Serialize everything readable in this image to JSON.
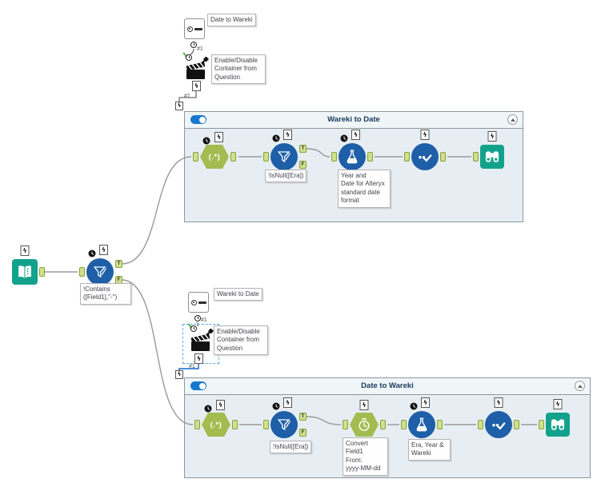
{
  "colors": {
    "tool_blue": "#1e5fa8",
    "tool_olive": "#a2bc50",
    "tool_teal": "#12a28c",
    "container_bg": "#e7eef3",
    "toggle_on": "#1878d0",
    "selection_dash": "#57a8ea",
    "wire": "#9a9a9a",
    "wire_selected": "#1464d2"
  },
  "tf": {
    "t": "T",
    "f": "F"
  },
  "glyphs": {
    "regex": "(.*)"
  },
  "conn_label": "#1",
  "left": {
    "filter_annotation": "!Contains\n([Field1],\"-\")"
  },
  "interface_top": {
    "label": "Date to Wareki",
    "action_label": "Enable/Disable\nContainer from\nQuestion"
  },
  "interface_bottom": {
    "label": "Wareki to Date",
    "action_label": "Enable/Disable\nContainer from\nQuestion"
  },
  "containers": [
    {
      "title": "Wareki to Date",
      "filter_annotation": "!IsNull([Era])",
      "formula_annotation": "Year and\nDate for Alteryx\nstandard date\nformat"
    },
    {
      "title": "Date to Wareki",
      "filter_annotation": "!IsNull([Era])",
      "datetime_annotation": "Convert Field1\nFrom:\nyyyy-MM-dd",
      "formula_annotation": "Era, Year &\nWareki"
    }
  ]
}
